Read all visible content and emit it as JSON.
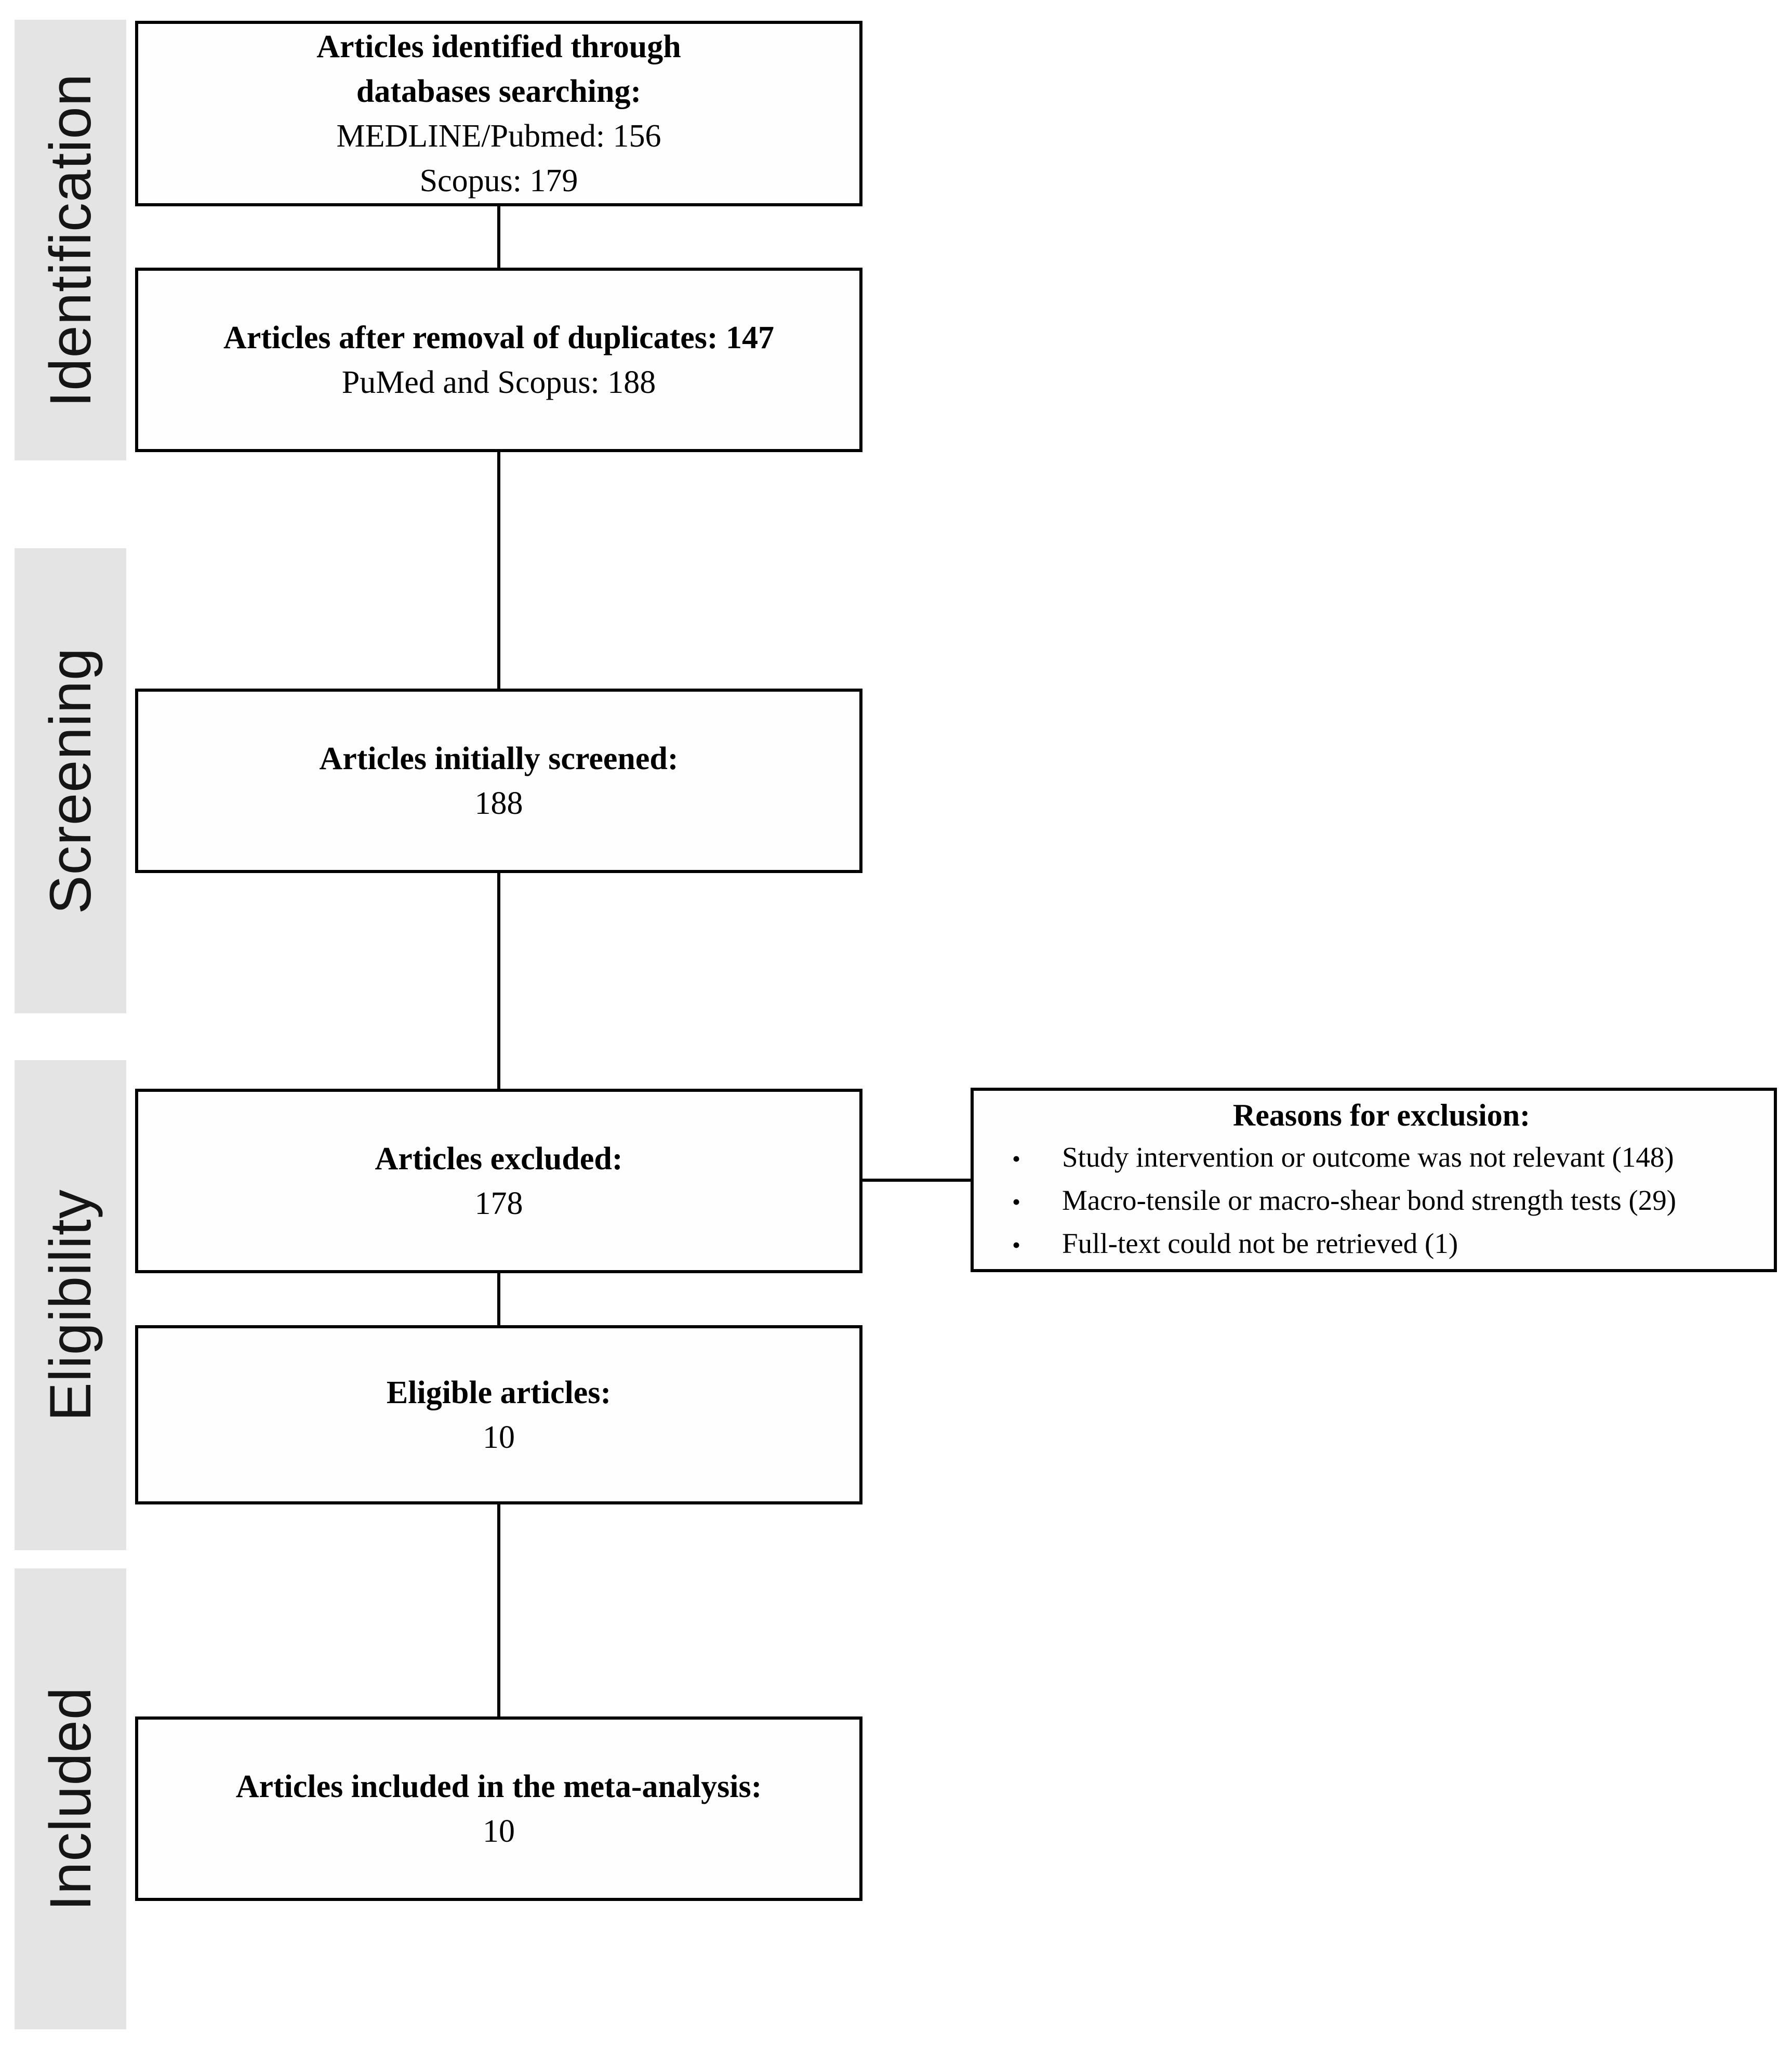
{
  "stages": [
    {
      "label": "Identification"
    },
    {
      "label": "Screening"
    },
    {
      "label": "Eligibility"
    },
    {
      "label": "Included"
    }
  ],
  "boxes": [
    {
      "name": "identified",
      "lines": [
        {
          "text": "Articles identified through"
        },
        {
          "text": "databases searching:"
        },
        {
          "text": "MEDLINE/Pubmed: 156"
        },
        {
          "text": "Scopus: 179"
        }
      ]
    },
    {
      "name": "duplicates-removed",
      "lines": [
        {
          "text": "Articles after removal of duplicates: 147"
        },
        {
          "text": "PuMed and Scopus: 188"
        }
      ]
    },
    {
      "name": "screened",
      "lines": [
        {
          "text": "Articles initially screened:"
        },
        {
          "text": "188"
        }
      ]
    },
    {
      "name": "excluded",
      "lines": [
        {
          "text": "Articles excluded:"
        },
        {
          "text": "178"
        }
      ]
    },
    {
      "name": "eligible",
      "lines": [
        {
          "text": "Eligible articles:"
        },
        {
          "text": "10"
        }
      ]
    },
    {
      "name": "included",
      "lines": [
        {
          "text": "Articles included in the meta-analysis:"
        },
        {
          "text": "10"
        }
      ]
    }
  ],
  "side_box": {
    "title": "Reasons for exclusion:",
    "bullet_char": "•",
    "bullets": [
      "Study intervention or outcome was not relevant (148)",
      "Macro-tensile or macro-shear bond strength tests (29)",
      "Full-text could not be retrieved (1)"
    ]
  },
  "colors": {
    "stage_bg": "#e4e4e4",
    "border": "#000000",
    "text": "#000000",
    "background": "#ffffff"
  }
}
